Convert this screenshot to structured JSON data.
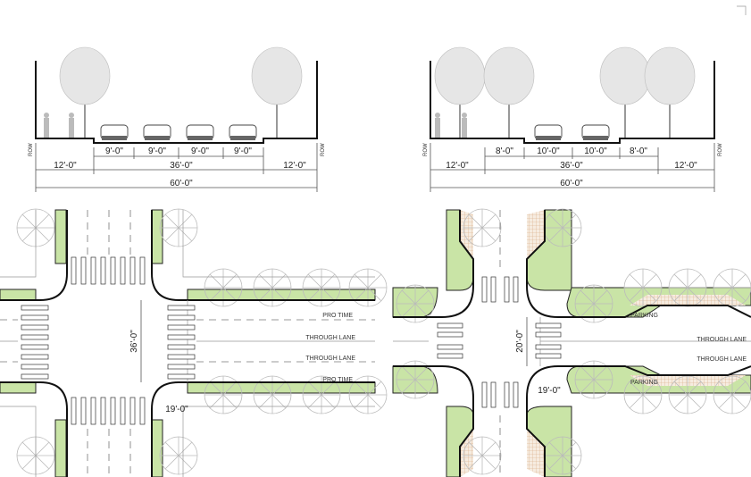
{
  "left_section": {
    "row_label": "ROW",
    "lane_dims": [
      "9'-0\"",
      "9'-0\"",
      "9'-0\"",
      "9'-0\""
    ],
    "sidewalk_left": "12'-0\"",
    "roadway": "36'-0\"",
    "sidewalk_right": "12'-0\"",
    "total": "60'-0\""
  },
  "right_section": {
    "row_label": "ROW",
    "lane_dims": [
      "8'-0\"",
      "10'-0\"",
      "10'-0\"",
      "8'-0\""
    ],
    "sidewalk_left": "12'-0\"",
    "roadway": "36'-0\"",
    "sidewalk_right": "12'-0\"",
    "total": "60'-0\""
  },
  "left_plan": {
    "lane_labels": [
      "PRO TIME",
      "THROUGH LANE",
      "THROUGH LANE",
      "PRO TIME"
    ],
    "crossing_dim": "36'-0\"",
    "radius_dim": "19'-0\""
  },
  "right_plan": {
    "lane_labels": [
      "PARKING",
      "THROUGH LANE",
      "THROUGH LANE",
      "PARKING"
    ],
    "crossing_dim": "20'-0\"",
    "radius_dim": "19'-0\""
  },
  "colors": {
    "planting": "#c9e4a6",
    "parking_hatch": "#e8c9a8"
  }
}
